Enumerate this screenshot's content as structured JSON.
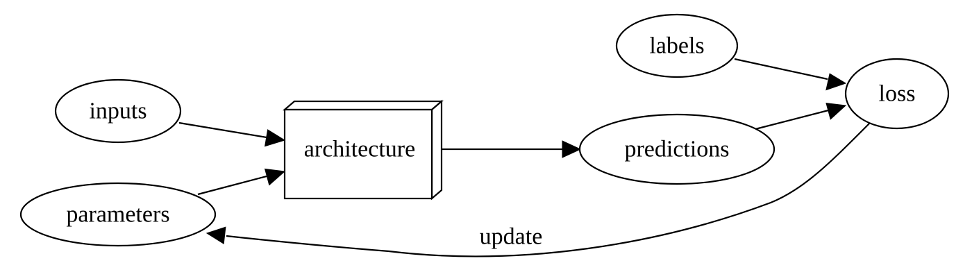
{
  "nodes": {
    "inputs": "inputs",
    "parameters": "parameters",
    "architecture": "architecture",
    "predictions": "predictions",
    "labels": "labels",
    "loss": "loss"
  },
  "edges": {
    "update_label": "update"
  },
  "colors": {
    "stroke": "#000000",
    "fill": "#ffffff",
    "background": "#ffffff"
  }
}
